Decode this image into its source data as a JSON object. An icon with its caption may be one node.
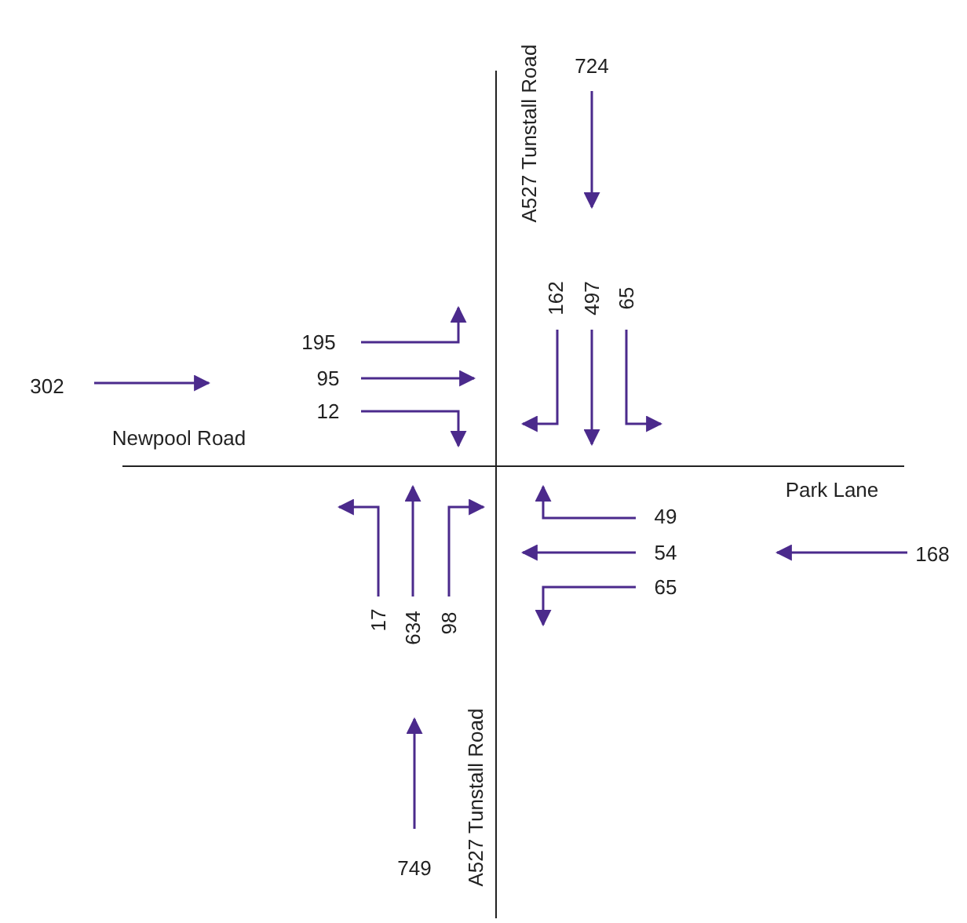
{
  "diagram": {
    "labels": [
      "A527 Tunstall Road",
      "724",
      "162",
      "497",
      "65",
      "195",
      "302",
      "95",
      "12",
      "Newpool Road",
      "Park Lane",
      "49",
      "54",
      "168",
      "65",
      "17",
      "634",
      "98",
      "A527 Tunstall Road",
      "749"
    ]
  }
}
